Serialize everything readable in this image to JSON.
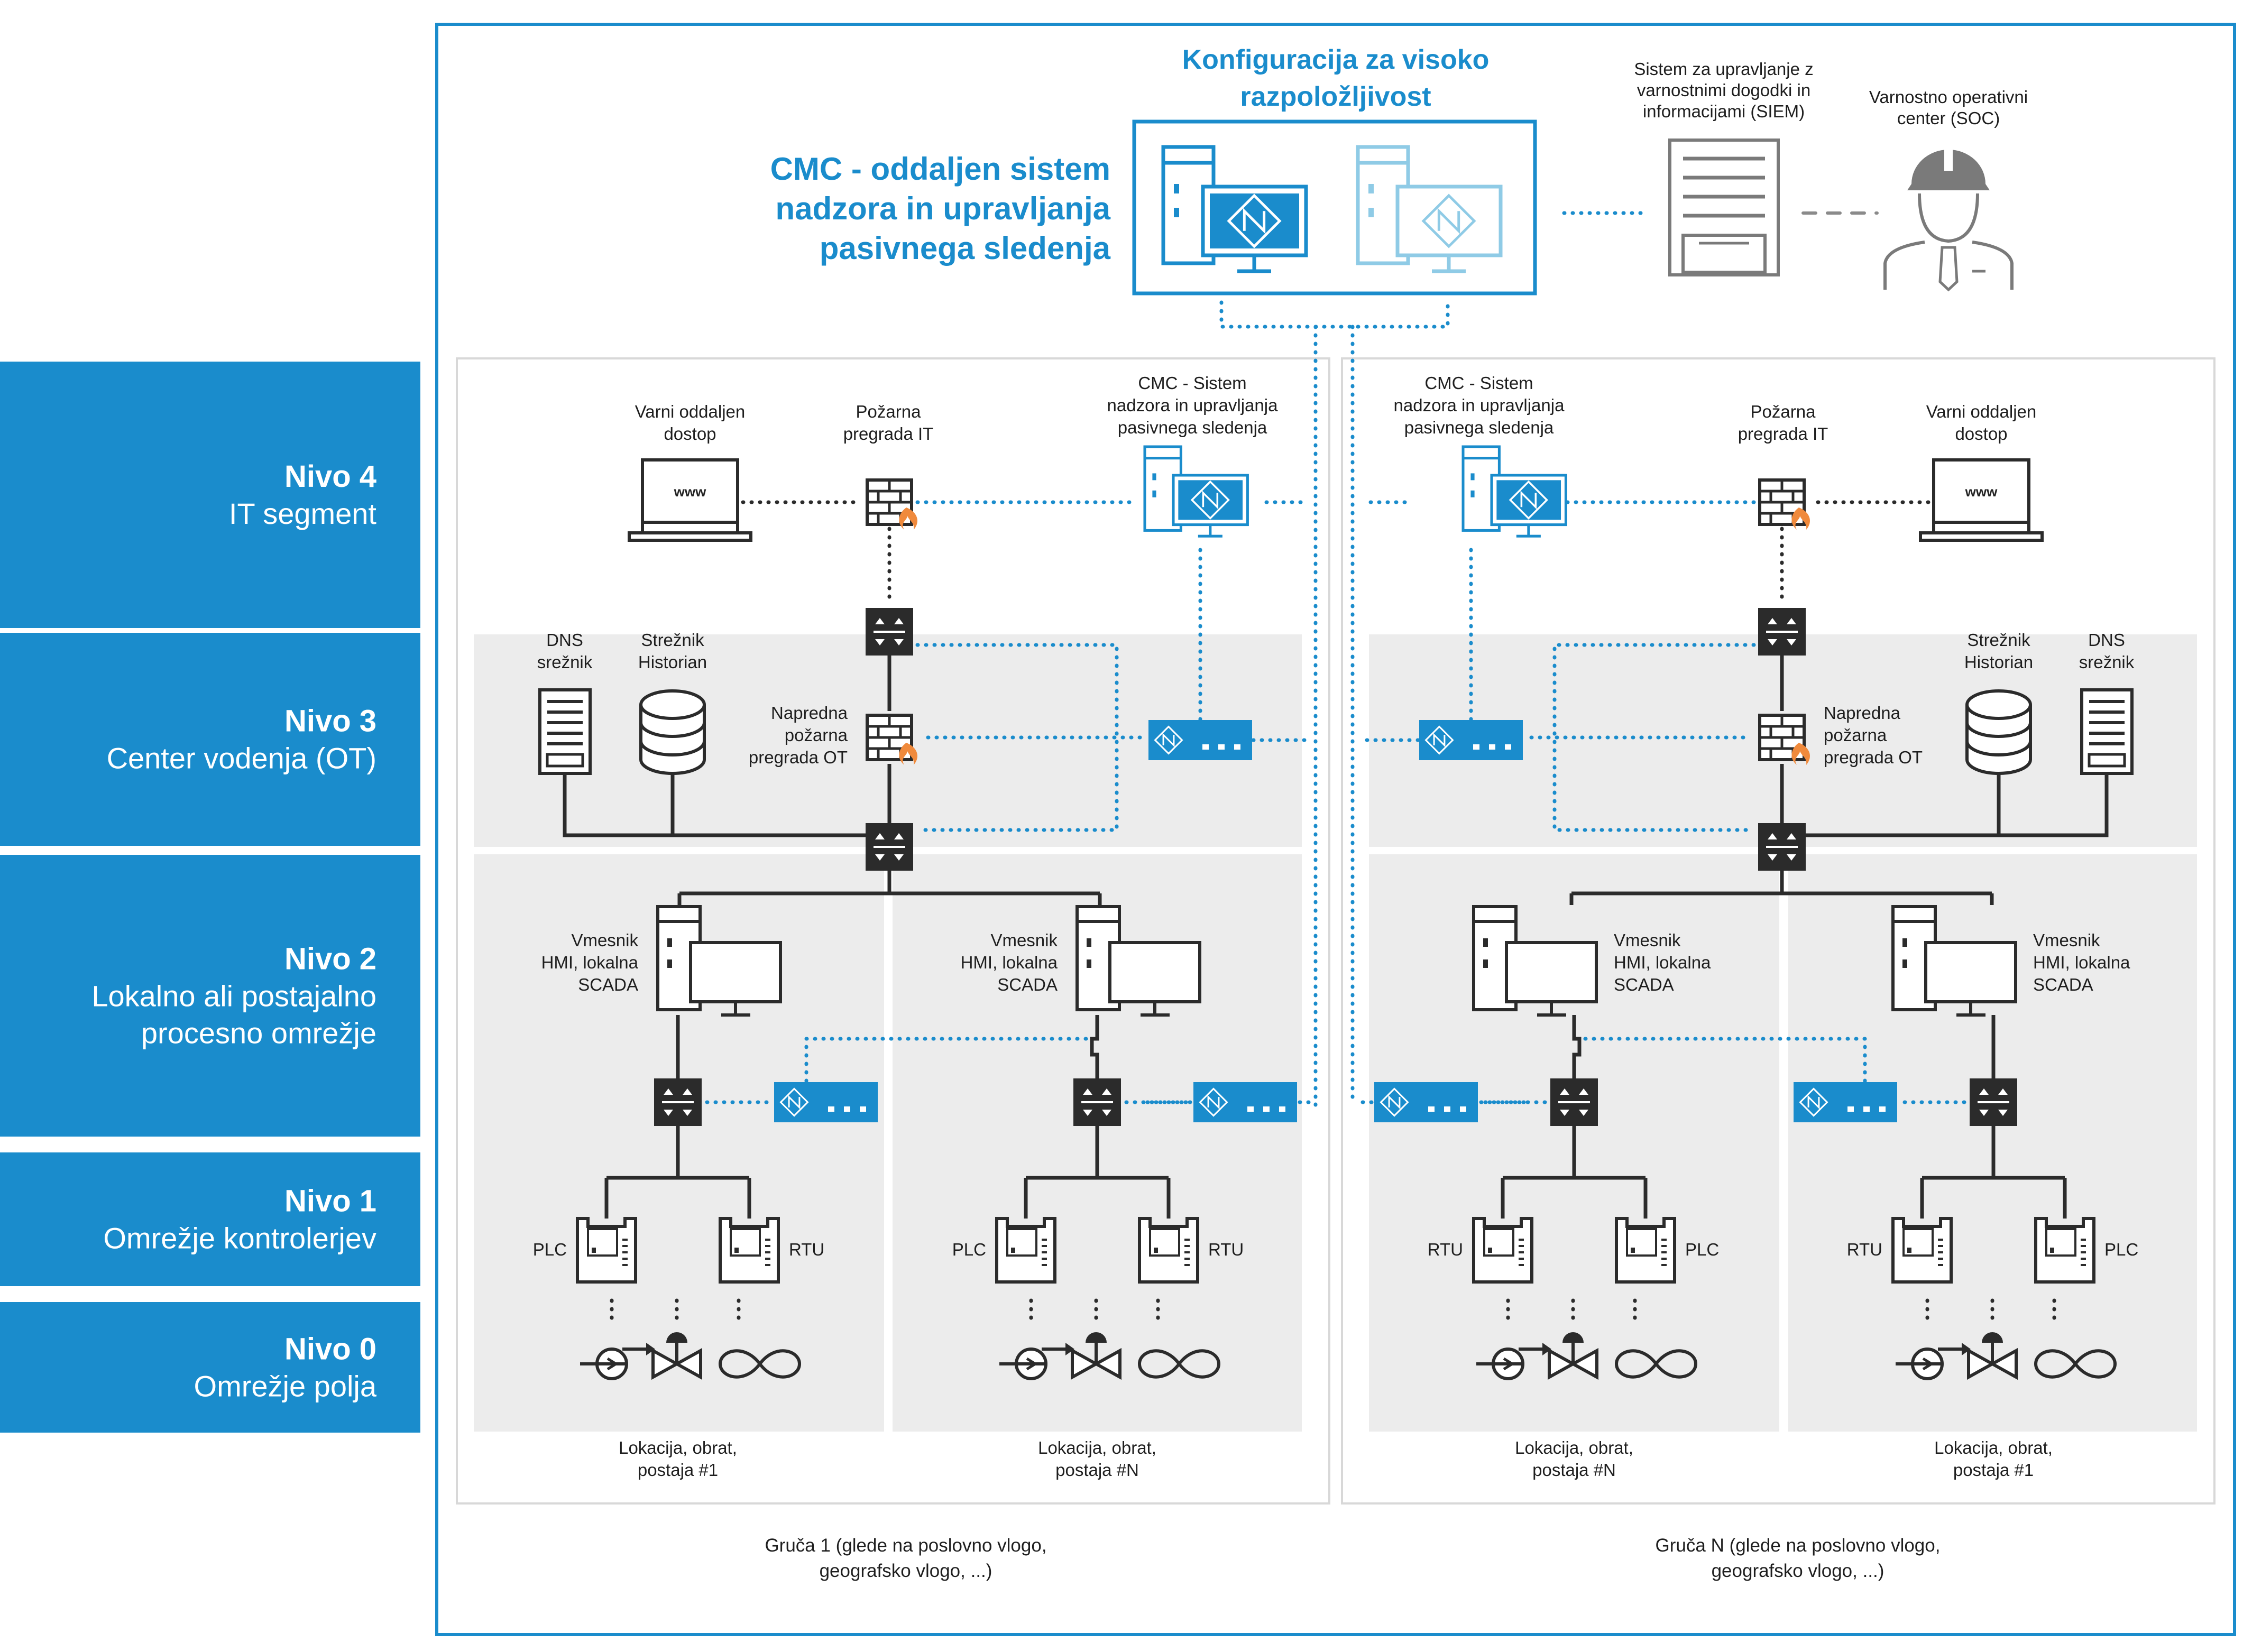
{
  "levels": [
    {
      "num": "Nivo 4",
      "name": [
        "IT segment"
      ]
    },
    {
      "num": "Nivo 3",
      "name": [
        "Center vodenja (OT)"
      ]
    },
    {
      "num": "Nivo 2",
      "name": [
        "Lokalno ali postajalno",
        "procesno omrežje"
      ]
    },
    {
      "num": "Nivo 1",
      "name": [
        "Omrežje kontrolerjev"
      ]
    },
    {
      "num": "Nivo 0",
      "name": [
        "Omrežje polja"
      ]
    }
  ],
  "top": {
    "ha_title": [
      "Konfiguracija za visoko",
      "razpoložljivost"
    ],
    "cmc_title": [
      "CMC - oddaljen sistem",
      "nadzora in upravljanja",
      "pasivnega sledenja"
    ],
    "siem": [
      "Sistem za upravljanje z",
      "varnostnimi dogodki in",
      "informacijami (SIEM)"
    ],
    "soc": [
      "Varnostno operativni",
      "center (SOC)"
    ]
  },
  "cluster": {
    "remote_access": [
      "Varni oddaljen",
      "dostop"
    ],
    "firewall_it": [
      "Požarna",
      "pregrada IT"
    ],
    "cmc_local": [
      "CMC - Sistem",
      "nadzora in upravljanja",
      "pasivnega sledenja"
    ],
    "dns": [
      "DNS",
      "srežnik"
    ],
    "historian": [
      "Strežnik",
      "Historian"
    ],
    "firewall_ot": [
      "Napredna",
      "požarna",
      "pregrada OT"
    ],
    "hmi": [
      "Vmesnik",
      "HMI, lokalna",
      "SCADA"
    ],
    "plc": "PLC",
    "rtu": "RTU",
    "www": "www"
  },
  "sites": {
    "site_1": [
      "Lokacija, obrat,",
      "postaja #1"
    ],
    "site_n": [
      "Lokacija, obrat,",
      "postaja #N"
    ]
  },
  "clusters": {
    "cluster_1": [
      "Gruča 1 (glede na poslovno vlogo,",
      "geografsko vlogo, ...)"
    ],
    "cluster_n": [
      "Gruča N (glede na poslovno vlogo,",
      "geografsko vlogo, ...)"
    ]
  },
  "colors": {
    "accent": "#1a8ccc",
    "accent_light": "#8fcbe6",
    "dark": "#2b2b2b",
    "panel": "#ececec",
    "fire": "#f08a3c"
  }
}
